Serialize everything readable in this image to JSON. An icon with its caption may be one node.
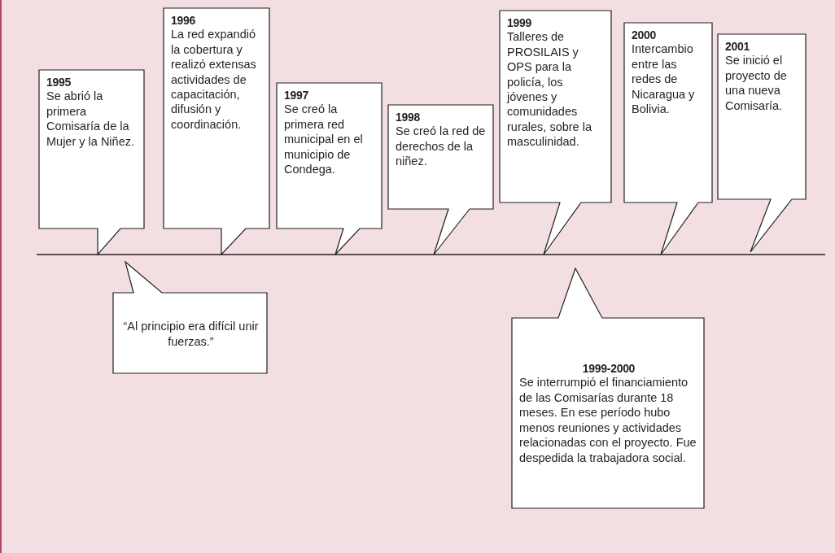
{
  "diagram": {
    "nodes": [
      {
        "text": [
          "1995",
          "Se abrió la primera Comisaría de la Mujer y la Niñez."
        ]
      },
      {
        "text": [
          "1996",
          "La red expandió la cobertura y realizó extensas actividades de capacitación, difusión y coordinación."
        ]
      },
      {
        "text": [
          "1997",
          "Se creó la primera red municipal en el municipio de Condega."
        ]
      },
      {
        "text": [
          "1998",
          "Se creó la red de derechos de la niñez."
        ]
      },
      {
        "text": [
          "1999",
          "Talleres de PROSILAIS y OPS para la policía, los jóvenes y comunidades rurales, sobre la masculinidad."
        ]
      },
      {
        "text": [
          "2000",
          "Intercambio entre las redes de Nicaragua y Bolivia."
        ]
      },
      {
        "text": [
          "2001",
          "Se inició el proyecto de una nueva Comisaría."
        ]
      },
      {
        "text": [
          "“Al principio era difícil unir fuerzas.”"
        ]
      },
      {
        "text": [
          "1999-2000",
          "Se interrumpió el financiamiento de las Comisarías durante 18 meses. En ese período hubo menos reuniones y actividades relacionadas con el proyecto. Fue despedida la trabajadora social."
        ]
      }
    ]
  }
}
